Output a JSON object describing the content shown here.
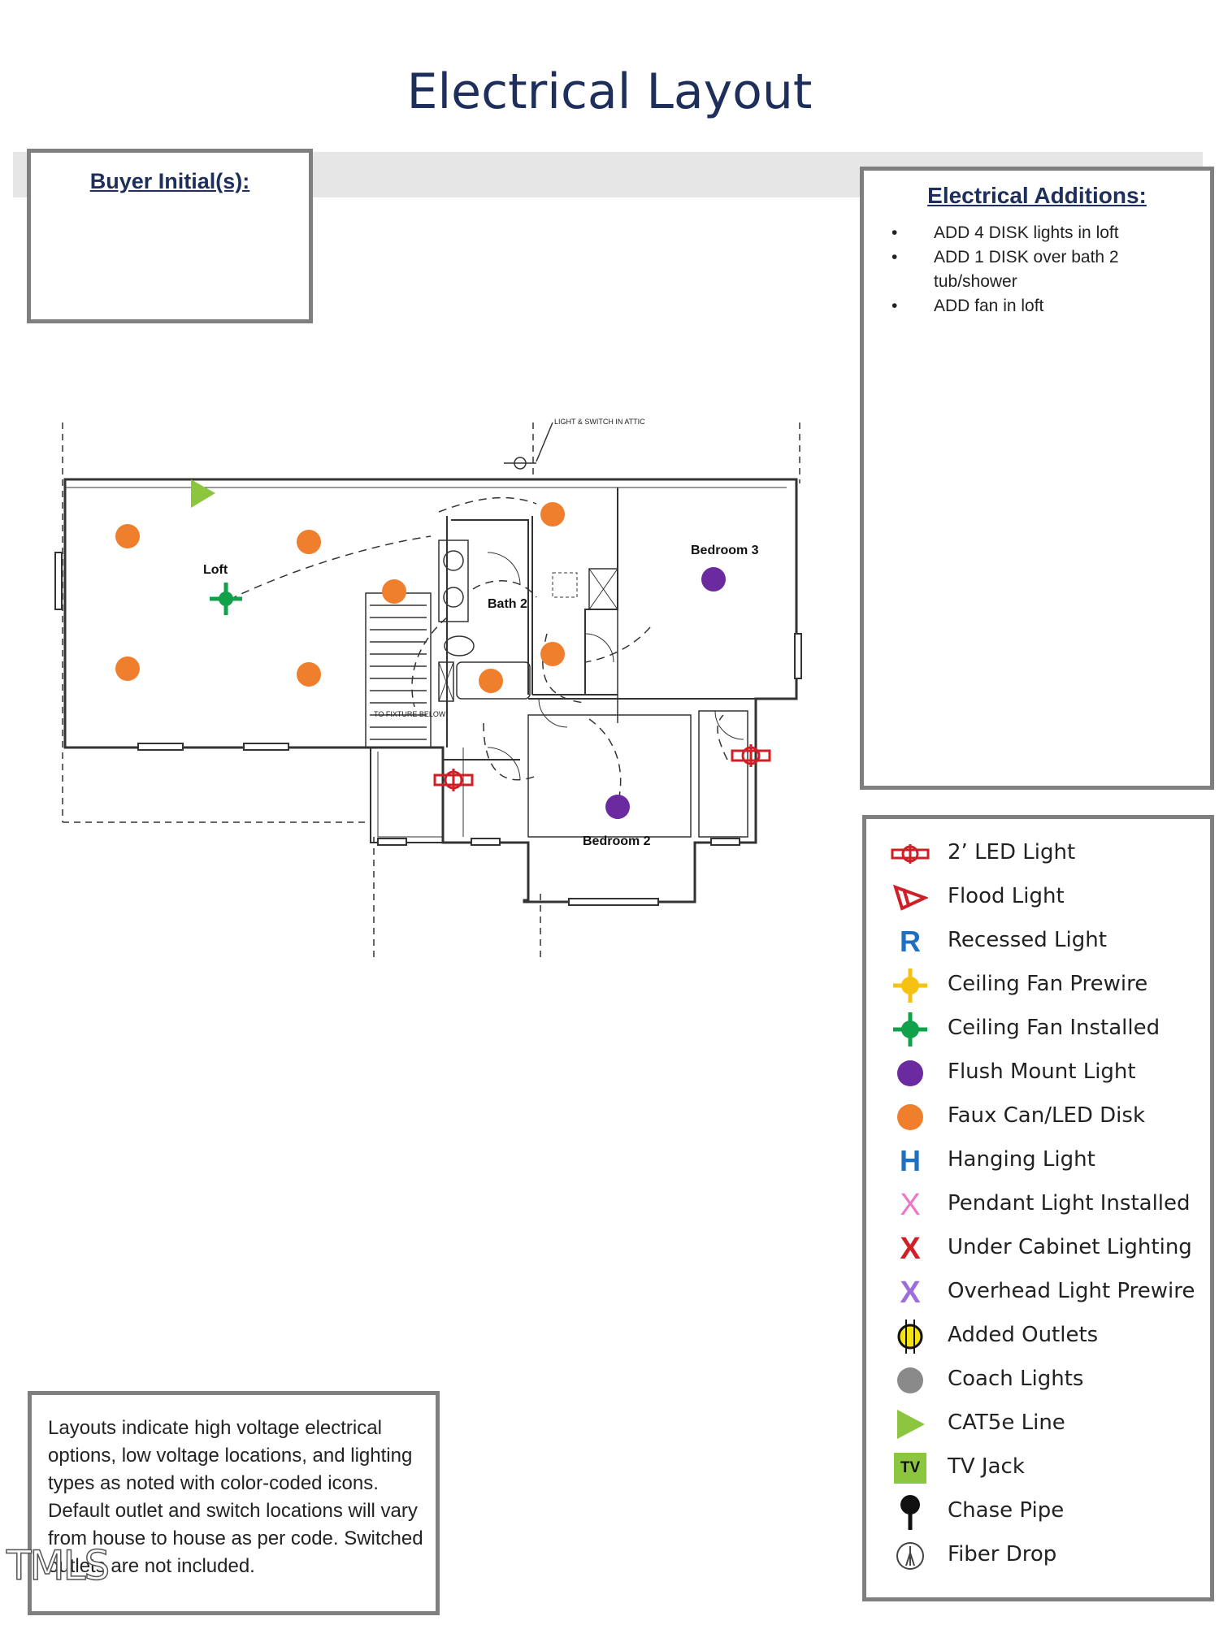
{
  "title": "Electrical Layout",
  "buyer_box": {
    "title": "Buyer Initial(s):"
  },
  "additions": {
    "title": "Electrical Additions:",
    "items": [
      "ADD 4 DISK lights in loft",
      "ADD 1 DISK over bath 2 tub/shower",
      "ADD fan in loft"
    ]
  },
  "legend": [
    {
      "label": "2’ LED Light",
      "icon": "led-2ft-icon",
      "color": "#d01f26"
    },
    {
      "label": "Flood Light",
      "icon": "flood-light-icon",
      "color": "#d01f26"
    },
    {
      "label": "Recessed Light",
      "icon": "recessed-light-icon",
      "color": "#1f6fc1"
    },
    {
      "label": "Ceiling Fan Prewire",
      "icon": "ceiling-fan-prewire-icon",
      "color": "#f6c211"
    },
    {
      "label": "Ceiling Fan Installed",
      "icon": "ceiling-fan-installed-icon",
      "color": "#12a14b"
    },
    {
      "label": "Flush Mount Light",
      "icon": "flush-mount-icon",
      "color": "#6b2aa0"
    },
    {
      "label": "Faux Can/LED Disk",
      "icon": "led-disk-icon",
      "color": "#f07f2d"
    },
    {
      "label": "Hanging Light",
      "icon": "hanging-light-icon",
      "color": "#1f6fc1"
    },
    {
      "label": "Pendant Light Installed",
      "icon": "pendant-light-icon",
      "color": "#ef73c7"
    },
    {
      "label": "Under Cabinet Lighting",
      "icon": "under-cabinet-icon",
      "color": "#d01f26"
    },
    {
      "label": "Overhead Light Prewire",
      "icon": "overhead-prewire-icon",
      "color": "#9c6ddb"
    },
    {
      "label": "Added Outlets",
      "icon": "outlet-icon",
      "color": "#f6e40f"
    },
    {
      "label": "Coach Lights",
      "icon": "coach-light-icon",
      "color": "#8a8a8a"
    },
    {
      "label": "CAT5e Line",
      "icon": "cat5e-icon",
      "color": "#8cc63f"
    },
    {
      "label": "TV Jack",
      "icon": "tv-jack-icon",
      "color": "#8cc63f",
      "glyph": "TV"
    },
    {
      "label": "Chase Pipe",
      "icon": "chase-pipe-icon",
      "color": "#111111"
    },
    {
      "label": "Fiber Drop",
      "icon": "fiber-drop-icon",
      "color": "#444444"
    }
  ],
  "note": "Layouts indicate high voltage electrical options, low voltage locations, and lighting types as noted with color-coded icons. Default outlet and switch locations will vary from house to house as per code. Switched outlets are not included.",
  "watermark": "TMLS",
  "plan": {
    "rooms": {
      "loft": "Loft",
      "bath2": "Bath 2",
      "bedroom3": "Bedroom 3",
      "bedroom2": "Bedroom 2"
    },
    "notes": {
      "attic": "LIGHT & SWITCH IN ATTIC",
      "fixture": "TO FIXTURE BELOW"
    }
  }
}
